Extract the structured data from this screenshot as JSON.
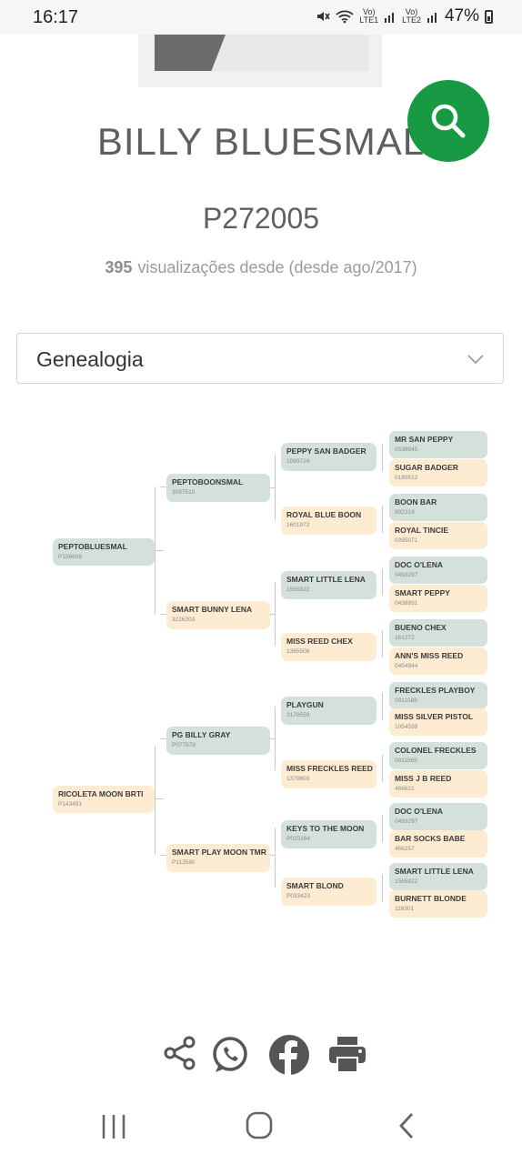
{
  "status_bar": {
    "time": "16:17",
    "sim1": "LTE1",
    "sim2": "LTE2",
    "battery": "47%"
  },
  "horse": {
    "name": "BILLY BLUESMAL",
    "registration": "P272005",
    "views_count": "395",
    "views_text": "visualizações desde  (desde ago/2017)"
  },
  "section_select": {
    "value": "Genealogia"
  },
  "pedigree": {
    "sire": {
      "name": "PEPTOBLUESMAL",
      "reg": "P156609"
    },
    "dam": {
      "name": "RICOLETA MOON BRTI",
      "reg": "P143491"
    },
    "gen2": [
      {
        "name": "PEPTOBOONSMAL",
        "reg": "3097510"
      },
      {
        "name": "SMART BUNNY LENA",
        "reg": "3226203"
      },
      {
        "name": "PG BILLY GRAY",
        "reg": "P077578"
      },
      {
        "name": "SMART PLAY MOON TMR",
        "reg": "P113580"
      }
    ],
    "gen3": [
      {
        "name": "PEPPY SAN BADGER",
        "reg": "1089724"
      },
      {
        "name": "ROYAL BLUE BOON",
        "reg": "1601972"
      },
      {
        "name": "SMART LITTLE LENA",
        "reg": "1565822"
      },
      {
        "name": "MISS REED CHEX",
        "reg": "1365508"
      },
      {
        "name": "PLAYGUN",
        "reg": "3178559"
      },
      {
        "name": "MISS FRECKLES REED",
        "reg": "1379803"
      },
      {
        "name": "KEYS TO THE MOON",
        "reg": "P025164"
      },
      {
        "name": "SMART BLOND",
        "reg": "P033423"
      }
    ],
    "gen4": [
      {
        "name": "MR SAN PEPPY",
        "reg": "0538945"
      },
      {
        "name": "SUGAR BADGER",
        "reg": "0180512"
      },
      {
        "name": "BOON BAR",
        "reg": "892319"
      },
      {
        "name": "ROYAL TINCIE",
        "reg": "0395071"
      },
      {
        "name": "DOC O'LENA",
        "reg": "0493297"
      },
      {
        "name": "SMART PEPPY",
        "reg": "0438891"
      },
      {
        "name": "BUENO CHEX",
        "reg": "161272"
      },
      {
        "name": "ANN'S MISS REED",
        "reg": "0454944"
      },
      {
        "name": "FRECKLES PLAYBOY",
        "reg": "0911588"
      },
      {
        "name": "MISS SILVER PISTOL",
        "reg": "1054599"
      },
      {
        "name": "COLONEL FRECKLES",
        "reg": "0911565"
      },
      {
        "name": "MISS J B REED",
        "reg": "466621"
      },
      {
        "name": "DOC O'LENA",
        "reg": "0493297"
      },
      {
        "name": "BAR SOCKS BABE",
        "reg": "466257"
      },
      {
        "name": "SMART LITTLE LENA",
        "reg": "1565822"
      },
      {
        "name": "BURNETT BLONDE",
        "reg": "118301"
      }
    ]
  },
  "colors": {
    "accent": "#179a43",
    "male_box": "#d3e1da",
    "female_box": "#fdebd2"
  },
  "share_icons": [
    "share-icon",
    "whatsapp-icon",
    "facebook-icon",
    "print-icon"
  ],
  "nav_icons": [
    "recent-apps-icon",
    "home-icon",
    "back-icon"
  ]
}
